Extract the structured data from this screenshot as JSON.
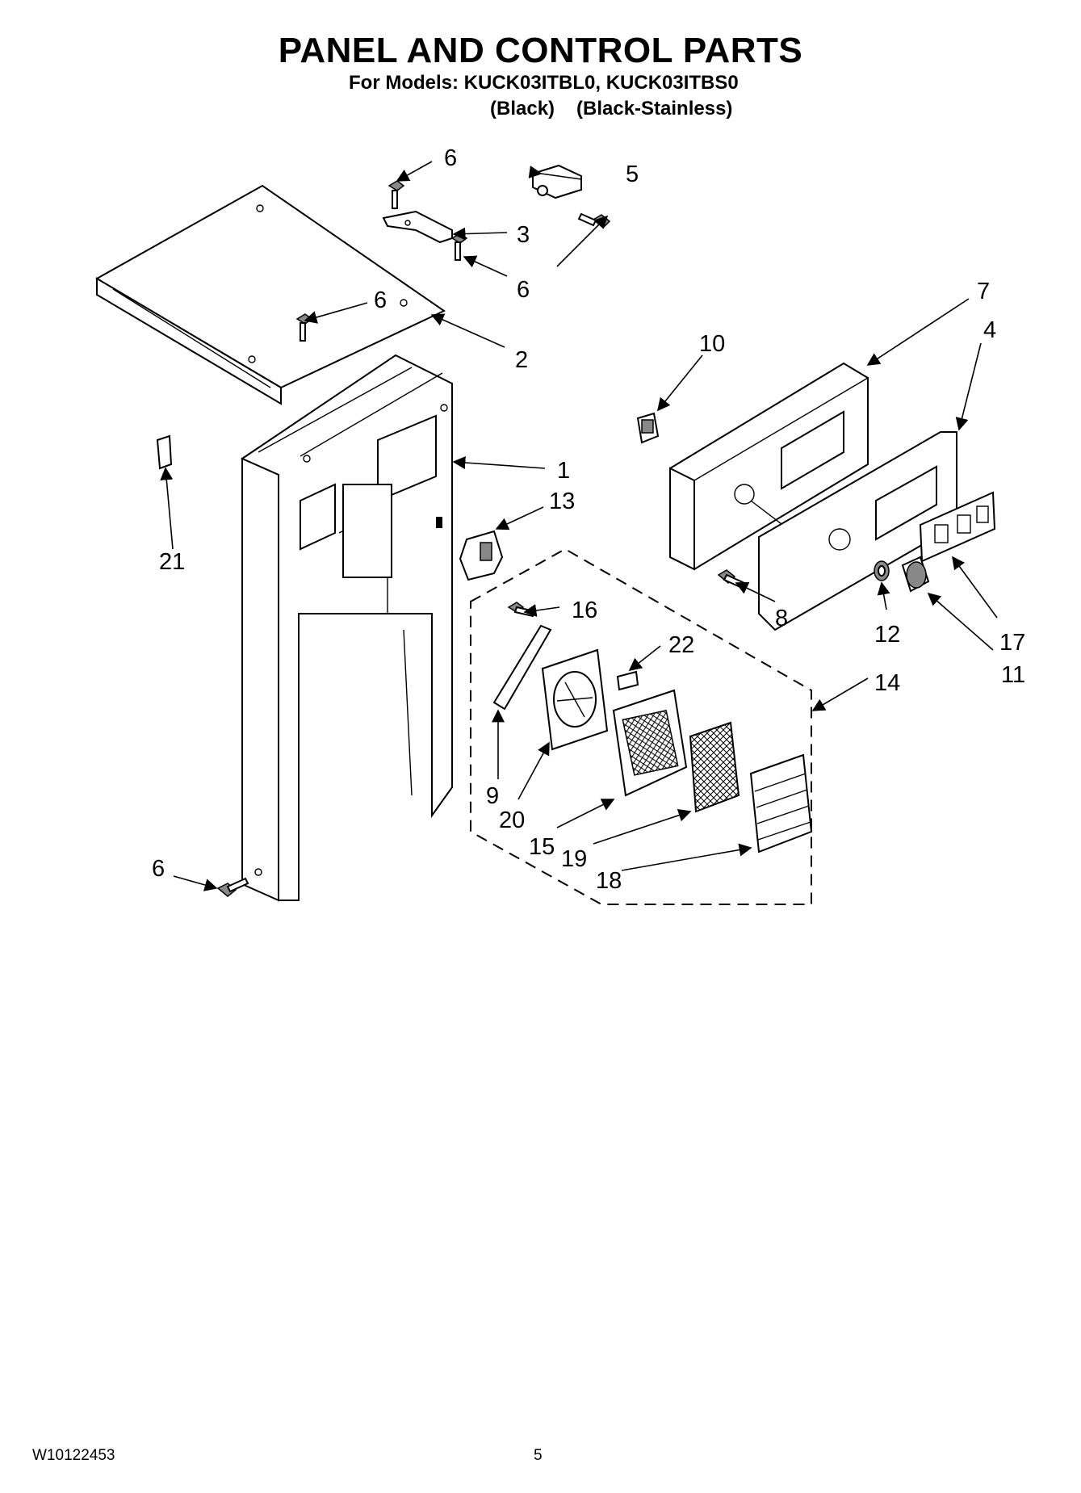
{
  "header": {
    "title": "PANEL AND CONTROL PARTS",
    "models": "For Models: KUCK03ITBL0, KUCK03ITBS0",
    "variant_black": "(Black)",
    "variant_stainless": "(Black-Stainless)"
  },
  "callouts": [
    "1",
    "2",
    "3",
    "4",
    "5",
    "6",
    "7",
    "8",
    "9",
    "10",
    "11",
    "12",
    "13",
    "14",
    "15",
    "16",
    "17",
    "18",
    "19",
    "20",
    "21",
    "22"
  ],
  "footer": {
    "doc_number": "W10122453",
    "page_number": "5"
  }
}
